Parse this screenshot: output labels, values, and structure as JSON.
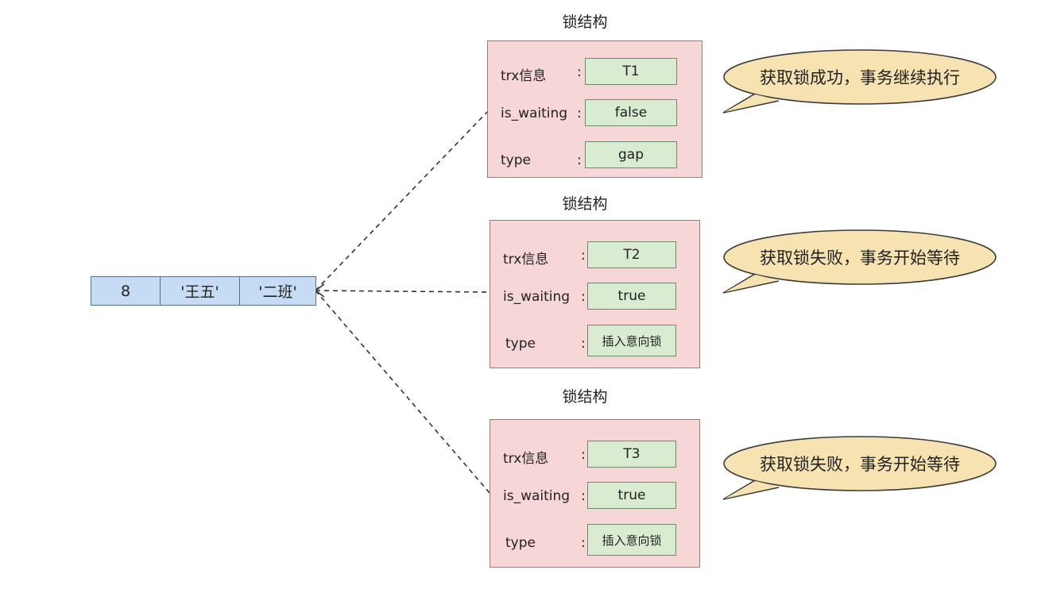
{
  "record": {
    "cells": [
      "8",
      "'王五'",
      "'二班'"
    ]
  },
  "locks": [
    {
      "title": "锁结构",
      "rows": [
        {
          "label": "trx信息",
          "value": "T1"
        },
        {
          "label": "is_waiting",
          "value": "false"
        },
        {
          "label": "type",
          "value": "gap"
        }
      ],
      "bubble": "获取锁成功，事务继续执行"
    },
    {
      "title": "锁结构",
      "rows": [
        {
          "label": "trx信息",
          "value": "T2"
        },
        {
          "label": "is_waiting",
          "value": "true"
        },
        {
          "label": "type",
          "value": "插入意向锁"
        }
      ],
      "bubble": "获取锁失败，事务开始等待"
    },
    {
      "title": "锁结构",
      "rows": [
        {
          "label": "trx信息",
          "value": "T3"
        },
        {
          "label": "is_waiting",
          "value": "true"
        },
        {
          "label": "type",
          "value": "插入意向锁"
        }
      ],
      "bubble": "获取锁失败，事务开始等待"
    }
  ],
  "colon": ":",
  "colors": {
    "record_fill": "#c6dcf5",
    "lock_fill": "#f6d6d6",
    "value_fill": "#d9ecd2",
    "bubble_fill": "#f7e2b2"
  }
}
